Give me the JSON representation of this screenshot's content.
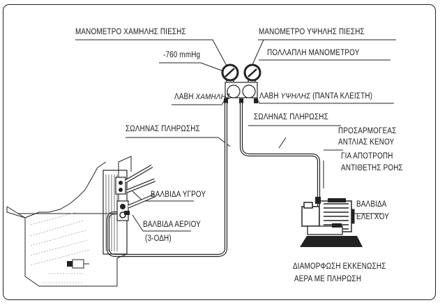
{
  "labels": {
    "low_gauge": "ΜΑΝΟΜΕΤΡΟ ΧΑΜΗΛΗΣ ΠΙΕΣΗΣ",
    "high_gauge": "ΜΑΝΟΜΕΤΡΟ ΥΨΗΛΗΣ ΠΙΕΣΗΣ",
    "vacuum_reading": "-760 mmHg",
    "manifold": "ΠΟΛΛΑΠΛΗ ΜΑΝΟΜΕΤΡΟΥ",
    "low_handle_prefix": "ΛΑΒΗ ",
    "low_handle_em": "ΧΑΜΗΛΗΣ",
    "high_handle_prefix": "ΛΑΒΗ ",
    "high_handle_em": "ΥΨΗΛΗΣ",
    "high_handle_suffix": " (ΠΑΝΤΑ ΚΛΕΙΣΤΗ)",
    "charge_hose_right": "ΣΩΛΗΝΑΣ ΠΛΗΡΩΣΗΣ",
    "charge_hose_left": "ΣΩΛΗΝΑΣ ΠΛΗΡΩΣΗΣ",
    "adapter_line1": "ΠΡΟΣΑΡΜΟΓΕΑΣ",
    "adapter_line2": "ΑΝΤΛΙΑΣ ΚΕΝΟΥ",
    "adapter_line3": "ΓΙΑ ΑΠΟΤΡΟΠΗ",
    "adapter_line4": "ΑΝΤΙΘΕΤΗΣ ΡΟΗΣ",
    "liquid_valve": "ΒΑΛΒΙΔΑ ΥΓΡΟΥ",
    "gas_valve_line1": "ΒΑΛΒΙΔΑ ΑΕΡΙΟΥ",
    "gas_valve_line2": "(3-ΟΔΗ)",
    "check_valve_line1": "ΒΑΛΒΙΔΑ",
    "check_valve_line2": "ΕΛΕΓΧΟΥ",
    "caption_line1": "ΔΙΑΜΟΡΦΩΣΗ ΕΚΚΕΝΩΣΗΣ",
    "caption_line2": "ΑΕΡΑ ΜΕ ΠΛΗΡΩΣΗ"
  },
  "colors": {
    "ink": "#222222",
    "background": "#ffffff"
  }
}
